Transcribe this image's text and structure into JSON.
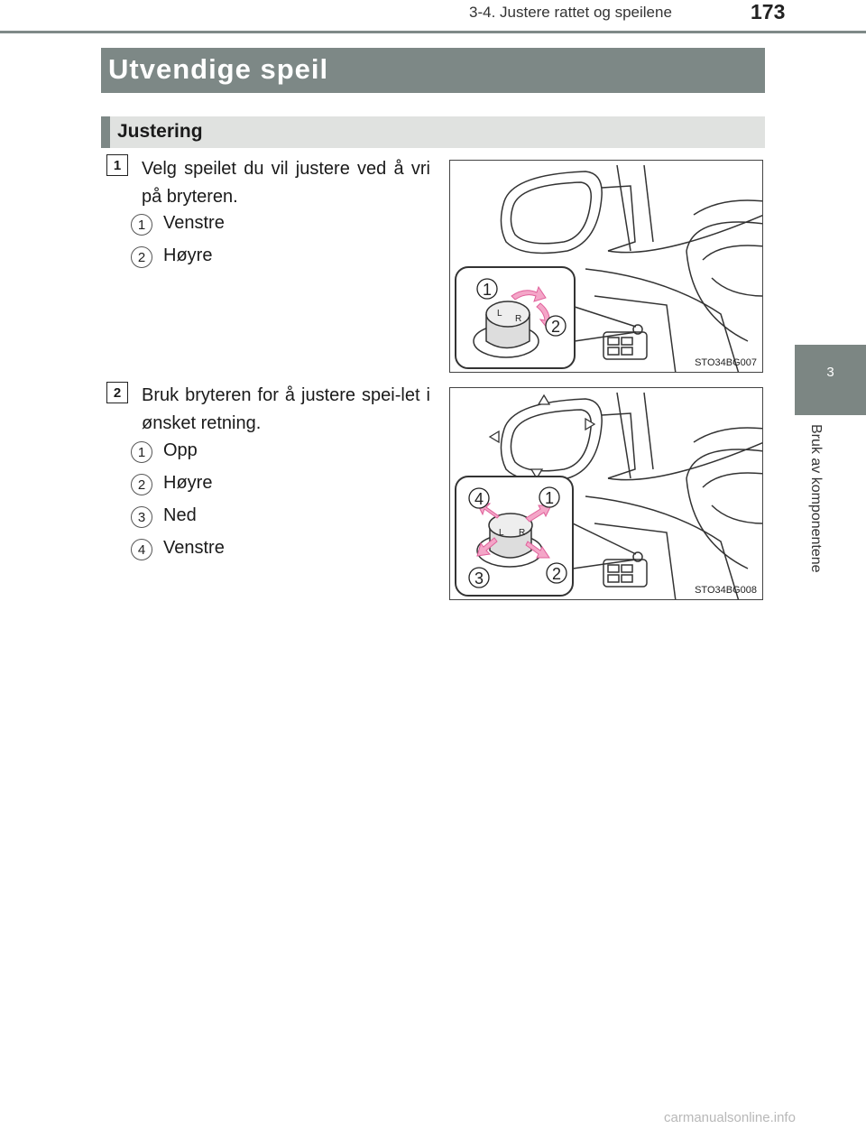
{
  "header": {
    "title": "3-4. Justere rattet og speilene",
    "page_number": "173"
  },
  "side_tab": {
    "chapter_number": "3",
    "chapter_title": "Bruk av komponentene"
  },
  "section": {
    "title": "Utvendige speil"
  },
  "subsection": {
    "title": "Justering"
  },
  "steps": [
    {
      "badge": "1",
      "text": "Velg speilet du vil justere ved å vri på bryteren.",
      "items": [
        {
          "number": "1",
          "label": "Venstre"
        },
        {
          "number": "2",
          "label": "Høyre"
        }
      ],
      "illustration": {
        "code": "STO34BG007",
        "callouts": [
          "1",
          "2"
        ],
        "knob_letters": [
          "L",
          "R"
        ]
      }
    },
    {
      "badge": "2",
      "text": "Bruk bryteren for å justere spei-let i ønsket retning.",
      "items": [
        {
          "number": "1",
          "label": "Opp"
        },
        {
          "number": "2",
          "label": "Høyre"
        },
        {
          "number": "3",
          "label": "Ned"
        },
        {
          "number": "4",
          "label": "Venstre"
        }
      ],
      "illustration": {
        "code": "STO34BG008",
        "callouts": [
          "4",
          "1",
          "3",
          "2"
        ],
        "knob_letters": [
          "L",
          "R"
        ]
      }
    }
  ],
  "colors": {
    "banner": "#7d8886",
    "arrow_pink": "#f4a6c8",
    "arrow_outline": "#e0609a"
  },
  "watermark": "carmanualsonline.info"
}
